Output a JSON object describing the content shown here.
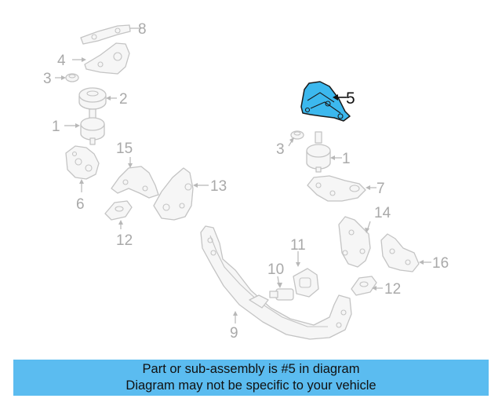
{
  "callouts": {
    "c8": "8",
    "c4": "4",
    "c3a": "3",
    "c2": "2",
    "c1a": "1",
    "c15": "15",
    "c6": "6",
    "c13": "13",
    "c12a": "12",
    "c5": "5",
    "c3b": "3",
    "c1b": "1",
    "c7": "7",
    "c14": "14",
    "c11": "11",
    "c10": "10",
    "c16": "16",
    "c12b": "12",
    "c9": "9"
  },
  "banner": {
    "line1": "Part or sub-assembly is #5 in diagram",
    "line2": "Diagram may not be specific to your vehicle"
  },
  "colors": {
    "highlight": "#3cb8ee",
    "banner": "#5bbcf0",
    "part_outline": "#c4c4c4"
  }
}
